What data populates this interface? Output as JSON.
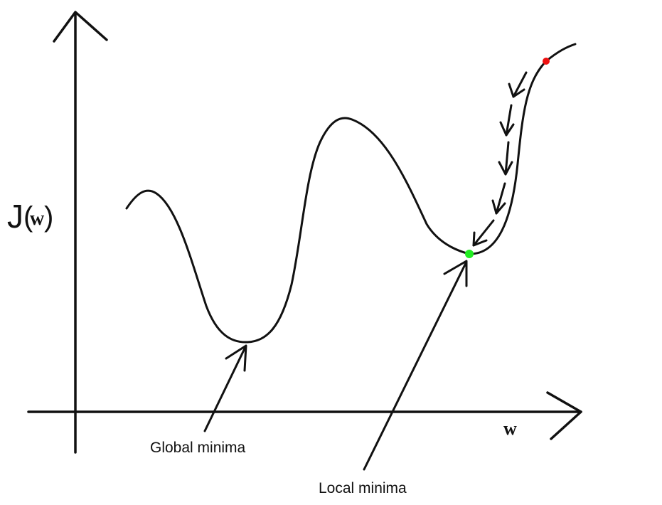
{
  "labels": {
    "y_axis_prefix": "J",
    "y_axis_open": "(",
    "y_axis_var": "w",
    "y_axis_close": ")",
    "x_axis": "w",
    "global_minima": "Global minima",
    "local_minima": "Local minima"
  },
  "colors": {
    "stroke": "#111111",
    "start_point": "#ee1111",
    "local_min_point": "#22ee22"
  },
  "icons": {
    "descent_step": "arrow-icon"
  }
}
